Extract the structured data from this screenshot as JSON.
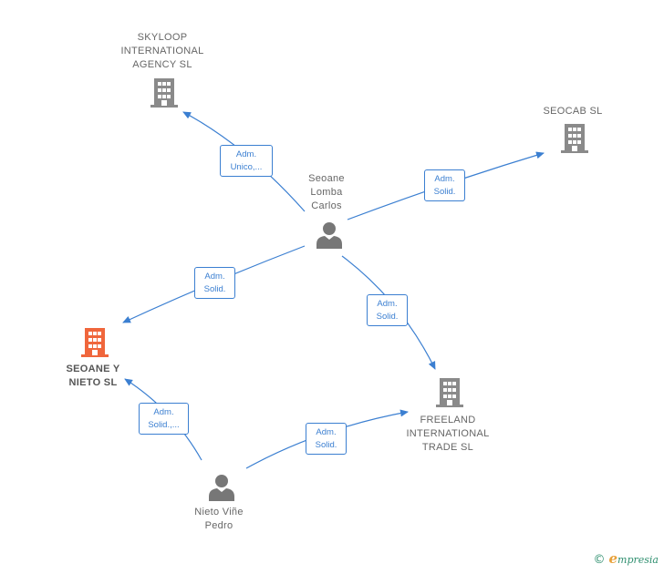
{
  "colors": {
    "edge": "#3b7fd1",
    "company_icon": "#8a8a8a",
    "company_highlight": "#f0663c",
    "person_icon": "#777777"
  },
  "people": {
    "seoane": {
      "name_lines": [
        "Seoane",
        "Lomba",
        "Carlos"
      ]
    },
    "nieto": {
      "name_lines": [
        "Nieto Viñe",
        "Pedro"
      ]
    }
  },
  "companies": {
    "skyloop": {
      "name_lines": [
        "SKYLOOP",
        "INTERNATIONAL",
        "AGENCY  SL"
      ]
    },
    "seocab": {
      "name_lines": [
        "SEOCAB  SL"
      ]
    },
    "seoane_nieto": {
      "name_lines": [
        "SEOANE Y",
        "NIETO  SL"
      ]
    },
    "freeland": {
      "name_lines": [
        "FREELAND",
        "INTERNATIONAL",
        "TRADE  SL"
      ]
    }
  },
  "relations": {
    "r1": [
      "Adm.",
      "Unico,..."
    ],
    "r2": [
      "Adm.",
      "Solid."
    ],
    "r3": [
      "Adm.",
      "Solid."
    ],
    "r4": [
      "Adm.",
      "Solid."
    ],
    "r5": [
      "Adm.",
      "Solid.,..."
    ],
    "r6": [
      "Adm.",
      "Solid."
    ]
  },
  "brand": {
    "copyright": "©",
    "initial": "e",
    "rest": "mpresia"
  }
}
